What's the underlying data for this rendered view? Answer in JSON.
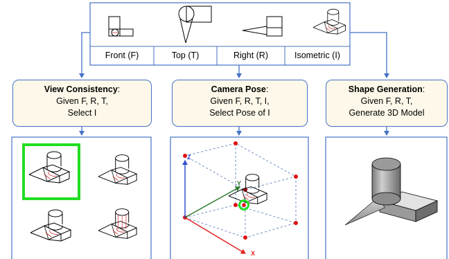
{
  "views": [
    {
      "label": "Front (F)"
    },
    {
      "label": "Top (T)"
    },
    {
      "label": "Right (R)"
    },
    {
      "label": "Isometric (I)"
    }
  ],
  "tasks": [
    {
      "title": "View Consistency",
      "colon": ":",
      "line1": "Given F, R, T,",
      "line2": "Select I"
    },
    {
      "title": "Camera Pose",
      "colon": ":",
      "line1": "Given F, R, T, I,",
      "line2": "Select Pose of I"
    },
    {
      "title": "Shape Generation",
      "colon": ":",
      "line1": "Given F, R, T,",
      "line2": "Generate 3D Model"
    }
  ],
  "axes": {
    "x": "X",
    "y": "Y",
    "z": "Z"
  },
  "colors": {
    "frame": "#4472c4",
    "task_fill": "#fdf8e9",
    "highlight": "#22dd22",
    "axis_x": "#e02020",
    "axis_y": "#2a7a2a",
    "axis_z": "#3050d0",
    "camera_point": "#e01010",
    "hidden_line": "#d02020"
  }
}
